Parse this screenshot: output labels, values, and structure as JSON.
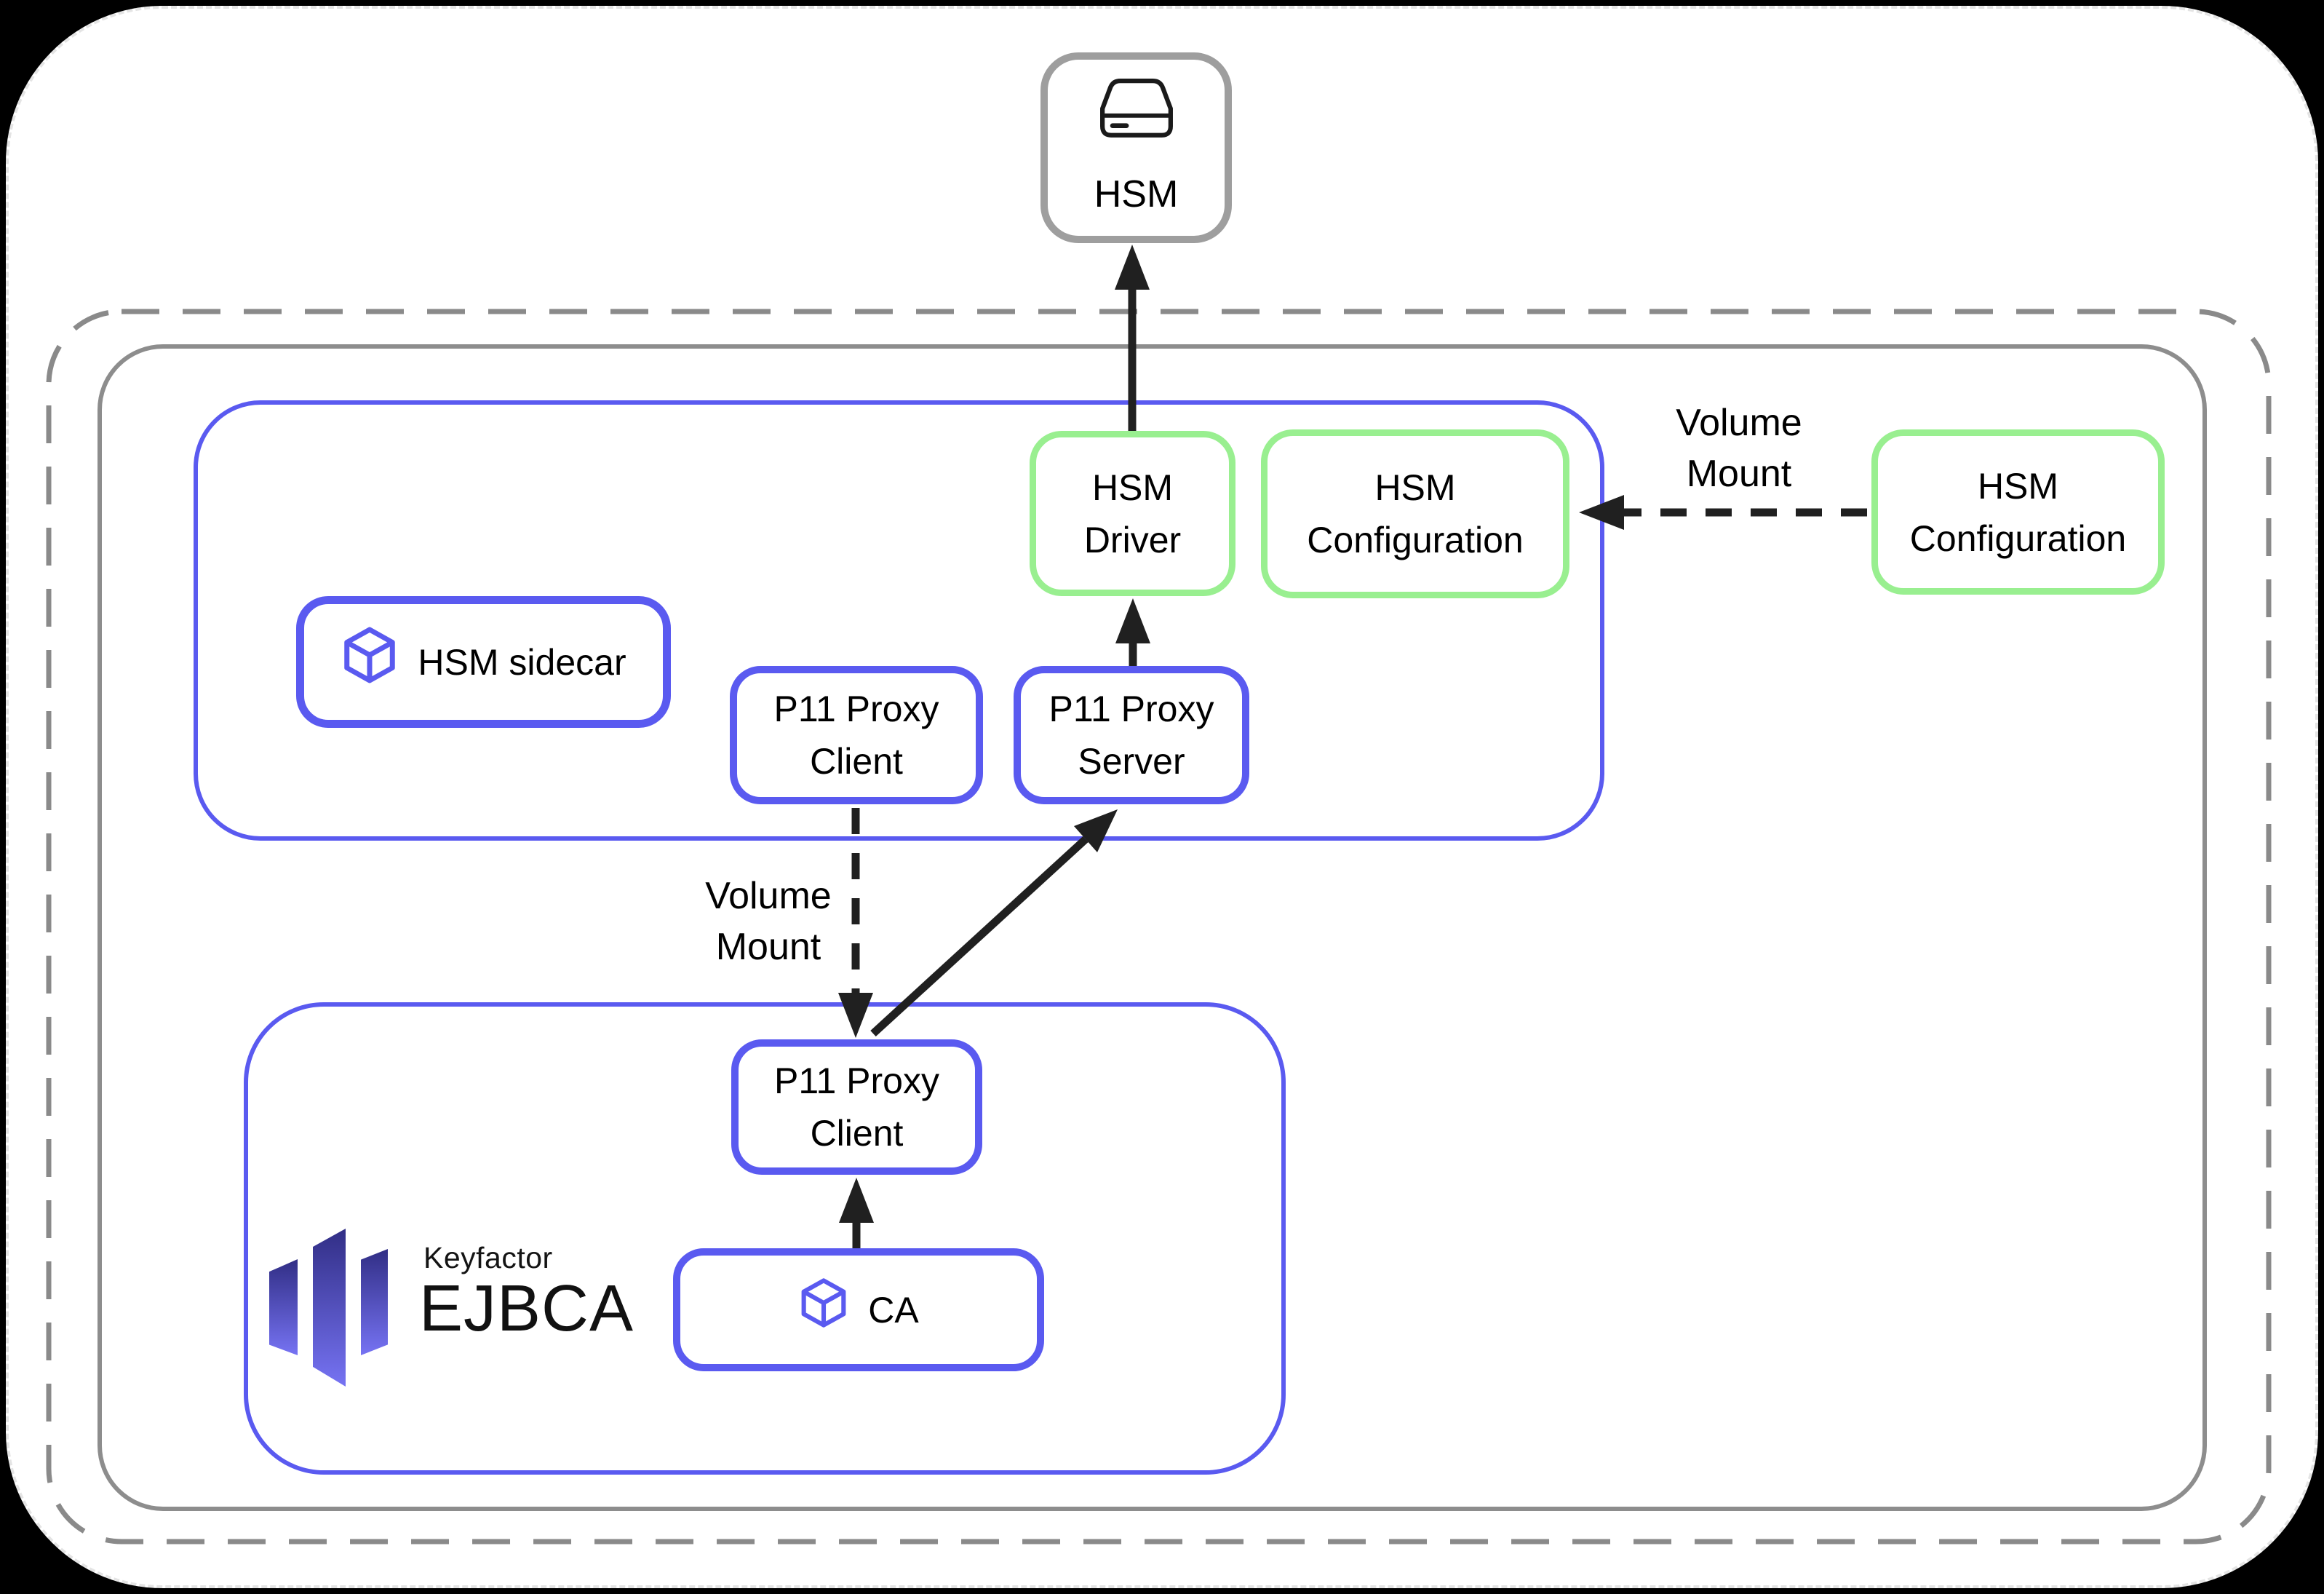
{
  "colors": {
    "blue_accent": "#5a5af0",
    "green_accent": "#99ef90",
    "gray_solid_border": "#8d8d8d",
    "gray_dashed_border": "#8a8a8a",
    "hsm_box_border": "#9e9e9e",
    "arrow_color": "#202020",
    "logo_gradient_top": "#312e85",
    "logo_gradient_bottom": "#7673f3"
  },
  "nodes": {
    "hsm": {
      "label": "HSM"
    },
    "hsm_driver": {
      "line1": "HSM",
      "line2": "Driver"
    },
    "hsm_configuration_internal": {
      "line1": "HSM",
      "line2": "Configuration"
    },
    "hsm_configuration_external": {
      "line1": "HSM",
      "line2": "Configuration"
    },
    "hsm_sidecar": {
      "label": "HSM sidecar"
    },
    "p11_proxy_client_sidecar": {
      "line1": "P11 Proxy",
      "line2": "Client"
    },
    "p11_proxy_server": {
      "line1": "P11 Proxy",
      "line2": "Server"
    },
    "p11_proxy_client_ejbca": {
      "line1": "P11 Proxy",
      "line2": "Client"
    },
    "ca": {
      "label": "CA"
    }
  },
  "labels": {
    "volume_mount_right": {
      "line1": "Volume",
      "line2": "Mount"
    },
    "volume_mount_middle": {
      "line1": "Volume",
      "line2": "Mount"
    }
  },
  "brand": {
    "company": "Keyfactor",
    "product": "EJBCA"
  }
}
